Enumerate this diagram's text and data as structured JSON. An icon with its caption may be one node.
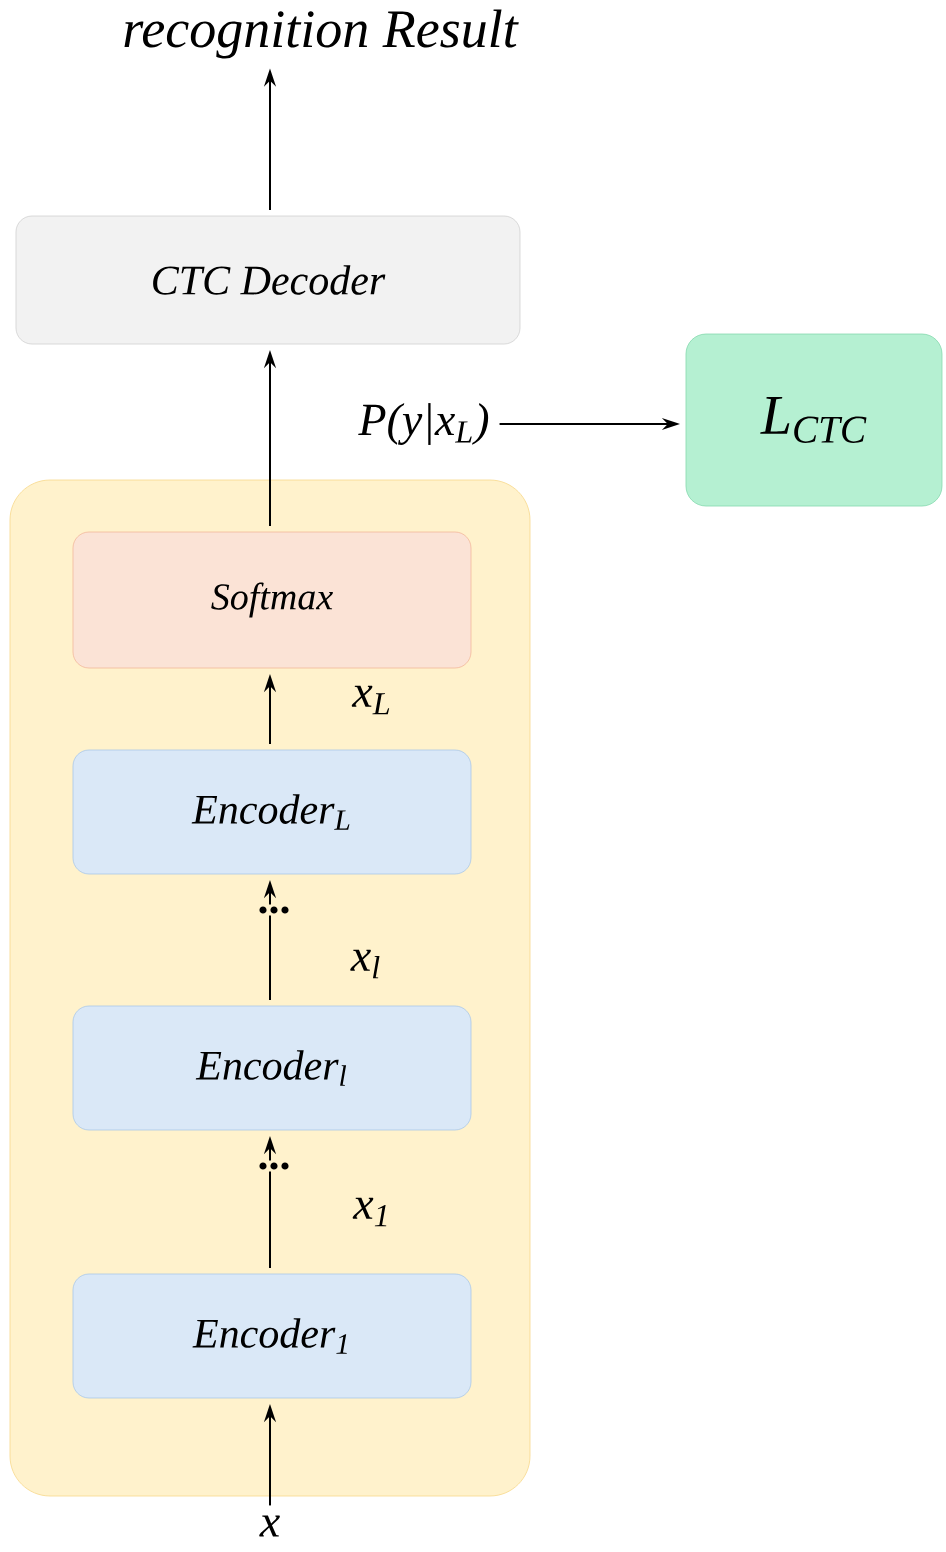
{
  "diagram": {
    "nodes": [
      {
        "text": [
          "recognition Result"
        ]
      },
      {
        "text": [
          "CTC Decoder"
        ]
      },
      {
        "text": [],
        "shape": "box"
      },
      {
        "text": [
          "Softmax"
        ],
        "in": 2
      },
      {
        "text": [
          "Encoder$_{L}$"
        ],
        "in": 2
      },
      {
        "text": [
          "Encoder$_{l}$"
        ],
        "in": 2
      },
      {
        "text": [
          "Encoder$_{1}$"
        ],
        "in": 2
      },
      {
        "text": [
          "L$_{CTC}$"
        ]
      },
      {
        "text": [
          "x"
        ]
      },
      {
        "text": [
          "P(y|x$_{L}$)"
        ]
      }
    ],
    "edges": [
      {
        "from": 8,
        "to": 6,
        "arrow": "to"
      },
      {
        "from": 6,
        "to": 5,
        "arrow": "to",
        "label": "x$_{1}$"
      },
      {
        "from": 5,
        "to": 4,
        "arrow": "to",
        "label": "x$_{l}$"
      },
      {
        "from": 4,
        "to": 3,
        "arrow": "to",
        "label": "x$_{L}$"
      },
      {
        "from": 3,
        "to": 1,
        "arrow": "to"
      },
      {
        "from": 1,
        "to": 0,
        "arrow": "to"
      },
      {
        "from": 9,
        "to": 7,
        "arrow": "to"
      }
    ],
    "labels": [
      "...",
      "..."
    ]
  }
}
